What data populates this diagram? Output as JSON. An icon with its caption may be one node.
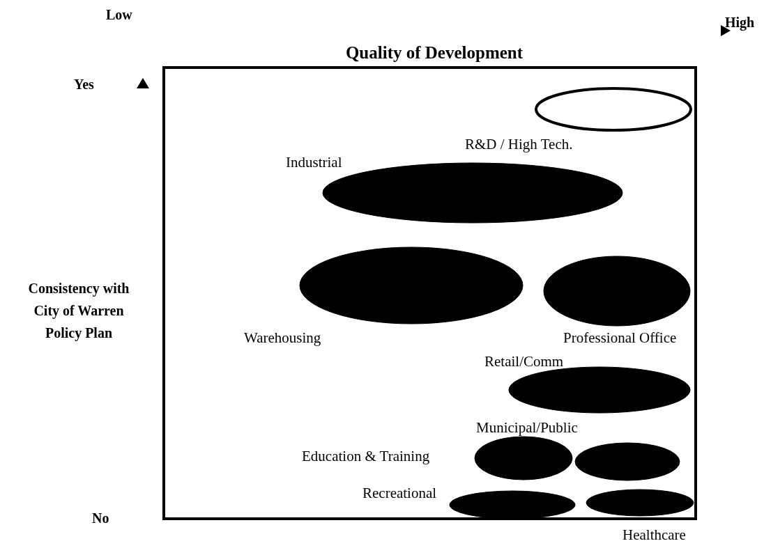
{
  "diagram": {
    "title": "Quality of Development",
    "nodes": [
      {
        "text": [],
        "shape": "box"
      },
      {
        "text": [],
        "shape": "ellipse",
        "beside": [
          "R&D / High Tech."
        ],
        "in": 0
      },
      {
        "text": [],
        "shape": "ellipse",
        "beside": [
          "Industrial"
        ],
        "in": 0
      },
      {
        "text": [],
        "shape": "ellipse",
        "beside": [
          "Warehousing"
        ],
        "in": 0
      },
      {
        "text": [],
        "shape": "ellipse",
        "beside": [
          "Professional Office"
        ],
        "in": 0
      },
      {
        "text": [],
        "shape": "ellipse",
        "beside": [
          "Retail/Comm"
        ],
        "in": 0
      },
      {
        "text": [],
        "shape": "ellipse",
        "beside": [
          "Education & Training"
        ],
        "in": 0
      },
      {
        "text": [],
        "shape": "ellipse",
        "beside": [
          "Municipal/Public"
        ],
        "in": 0
      },
      {
        "text": [],
        "shape": "ellipse",
        "beside": [
          "Recreational"
        ],
        "in": 0
      },
      {
        "text": [],
        "shape": "ellipse",
        "beside": [
          "Healthcare"
        ],
        "in": 0
      }
    ],
    "labels": [
      "Low",
      "High",
      "Yes",
      "Consistency with City of Warren Policy Plan",
      "No"
    ]
  }
}
